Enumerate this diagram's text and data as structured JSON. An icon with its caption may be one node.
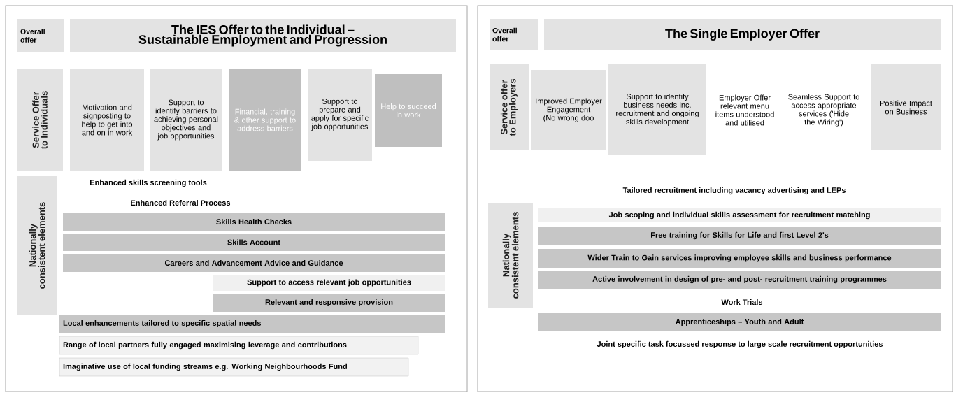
{
  "diagram": {
    "nodes": [
      {
        "text": [
          "Overall offer"
        ]
      },
      {
        "text": [
          "The IES Offer to the Individual – Sustainable Employment and Progression"
        ]
      },
      {
        "text": [
          "Service Offer to Individuals"
        ]
      },
      {
        "text": [
          "Motivation and signposting to help to get into and on in work"
        ]
      },
      {
        "text": [
          "Support to identify barriers to achieving personal objectives and job opportunities"
        ]
      },
      {
        "text": [
          "Financial, training & other support to address barriers"
        ]
      },
      {
        "text": [
          "Support to prepare and apply for specific job opportunities"
        ]
      },
      {
        "text": [
          "Help to succeed in work"
        ]
      },
      {
        "text": [
          "Nationally consistent elements"
        ]
      },
      {
        "text": [
          "Skills Health Checks"
        ]
      },
      {
        "text": [
          "Skills Account"
        ]
      },
      {
        "text": [
          "Careers and Advancement Advice and Guidance"
        ]
      },
      {
        "text": [
          "Support to access relevant job opportunities"
        ]
      },
      {
        "text": [
          "Relevant and responsive provision"
        ]
      },
      {
        "text": [
          "Local enhancements tailored to specific spatial needs"
        ]
      },
      {
        "text": [
          "Range of local partners fully engaged maximising leverage and contributions"
        ]
      },
      {
        "text": [
          "Imaginative use of local funding streams e.g. Working Neighbourhoods Fund"
        ]
      },
      {
        "text": [
          "Overall offer"
        ]
      },
      {
        "text": [
          "The Single Employer Offer"
        ]
      },
      {
        "text": [
          "Service offer to Employers"
        ]
      },
      {
        "text": [
          "Improved Employer Engagement (No wrong doo"
        ]
      },
      {
        "text": [
          "Support to identify business needs inc. recruitment and ongoing skills development"
        ]
      },
      {
        "text": [
          "Employer Offer relevant menu items understood and utilised"
        ]
      },
      {
        "text": [
          "Seamless Support to access appropriate services ('Hide the Wiring')"
        ]
      },
      {
        "text": [
          "Positive Impact on Business"
        ]
      },
      {
        "text": [
          "Nationally consistent elements"
        ]
      },
      {
        "text": [
          "Job scoping and individual skills assessment for recruitment matching"
        ]
      },
      {
        "text": [
          "Free training for Skills for Life and first Level 2's"
        ]
      },
      {
        "text": [
          "Wider Train to Gain services improving employee skills and business performance"
        ]
      },
      {
        "text": [
          "Active involvement in design of pre- and post- recruitment training programmes"
        ]
      },
      {
        "text": [
          "Apprenticeships – Youth and Adult"
        ]
      }
    ],
    "edges": [],
    "labels": [
      "Enhanced skills screening tools",
      "Enhanced Referral Process",
      "Tailored recruitment including vacancy advertising and LEPs",
      "Work Trials",
      "Joint specific task focussed response to large scale recruitment opportunities"
    ]
  }
}
